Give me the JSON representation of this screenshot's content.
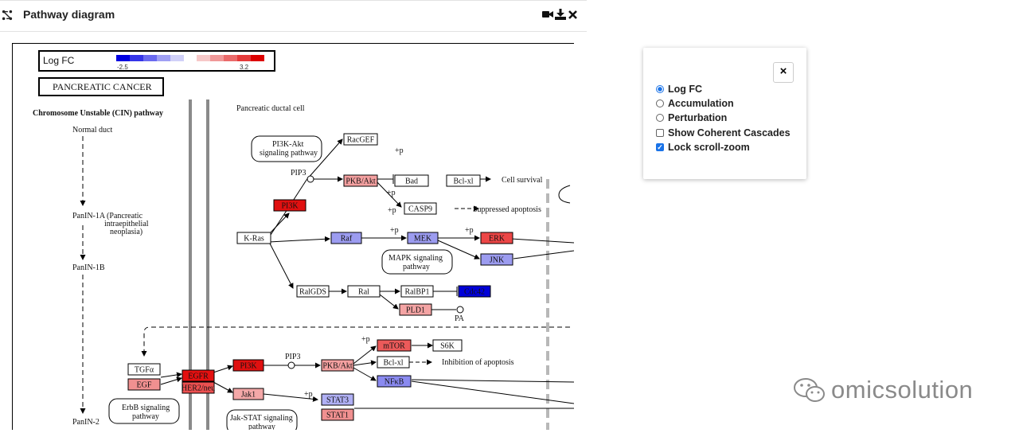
{
  "header": {
    "title": "Pathway diagram",
    "icons": [
      "network-icon",
      "video-camera-icon",
      "download-icon",
      "close-icon"
    ]
  },
  "options_popup": {
    "close_label": "×",
    "options": [
      {
        "label": "Log FC",
        "kind": "radio",
        "checked": true
      },
      {
        "label": "Accumulation",
        "kind": "radio",
        "checked": false
      },
      {
        "label": "Perturbation",
        "kind": "radio",
        "checked": false
      },
      {
        "label": "Show Coherent Cascades",
        "kind": "checkbox",
        "checked": false
      },
      {
        "label": "Lock scroll-zoom",
        "kind": "checkbox",
        "checked": true
      }
    ]
  },
  "legend": {
    "title": "Log FC",
    "min_label": "-2.5",
    "max_label": "3.2",
    "colors": [
      "#0000e0",
      "#3535e8",
      "#6a6af0",
      "#a0a0f4",
      "#d0d0f8",
      "#f6c8c8",
      "#f09898",
      "#ea6a6a",
      "#e43a3a",
      "#dd0000"
    ]
  },
  "diagram": {
    "title": "PANCREATIC CANCER",
    "cin_label": "Chromosome Unstable (CIN) pathway",
    "cell_label": "Pancreatic ductal cell",
    "stages": [
      "Normal duct",
      "PanIN-1A (Pancreatic",
      "intraepithelial",
      "neoplasia)",
      "PanIN-1B",
      "PanIN-2"
    ],
    "pathway_boxes": [
      "PI3K-Akt",
      "signaling pathway",
      "MAPK signaling",
      "pathway",
      "ErbB signaling",
      "pathway",
      "Jak-STAT signaling",
      "pathway"
    ],
    "labels": [
      "PIP3",
      "PIP3",
      "+p",
      "PA",
      "Cell survival",
      "Suppressed apoptosis",
      "Inhibition of apoptosis"
    ],
    "genes": [
      {
        "name": "RacGEF",
        "color": "#ffffff"
      },
      {
        "name": "PKB/Akt",
        "color": "#f4a0a0"
      },
      {
        "name": "Bad",
        "color": "#ffffff"
      },
      {
        "name": "Bcl-xl",
        "color": "#ffffff"
      },
      {
        "name": "CASP9",
        "color": "#ffffff"
      },
      {
        "name": "PI3K",
        "color": "#e01010"
      },
      {
        "name": "K-Ras",
        "color": "#ffffff"
      },
      {
        "name": "Raf",
        "color": "#9c9cf0"
      },
      {
        "name": "MEK",
        "color": "#9c9cf0"
      },
      {
        "name": "ERK",
        "color": "#ec4646"
      },
      {
        "name": "JNK",
        "color": "#9c9cf0"
      },
      {
        "name": "RalGDS",
        "color": "#ffffff"
      },
      {
        "name": "Ral",
        "color": "#ffffff"
      },
      {
        "name": "RalBP1",
        "color": "#ffffff"
      },
      {
        "name": "Cdc42",
        "color": "#0000d8"
      },
      {
        "name": "PLD1",
        "color": "#f4a4a4"
      },
      {
        "name": "TGFα",
        "color": "#ffffff"
      },
      {
        "name": "EGF",
        "color": "#f09090"
      },
      {
        "name": "EGFR",
        "color": "#e41010"
      },
      {
        "name": "HER2/neu",
        "color": "#ec5050"
      },
      {
        "name": "PI3K",
        "color": "#e01010"
      },
      {
        "name": "PKB/Akt",
        "color": "#f4a0a0"
      },
      {
        "name": "mTOR",
        "color": "#ec5a5a"
      },
      {
        "name": "S6K",
        "color": "#ffffff"
      },
      {
        "name": "Bcl-xl",
        "color": "#ffffff"
      },
      {
        "name": "NFκB",
        "color": "#8a8af0"
      },
      {
        "name": "Jak1",
        "color": "#f4a8a8"
      },
      {
        "name": "STAT3",
        "color": "#b0b0f4"
      },
      {
        "name": "STAT1",
        "color": "#f09090"
      }
    ]
  },
  "watermark": {
    "text": "omicsolution",
    "icon": "wechat-icon"
  }
}
